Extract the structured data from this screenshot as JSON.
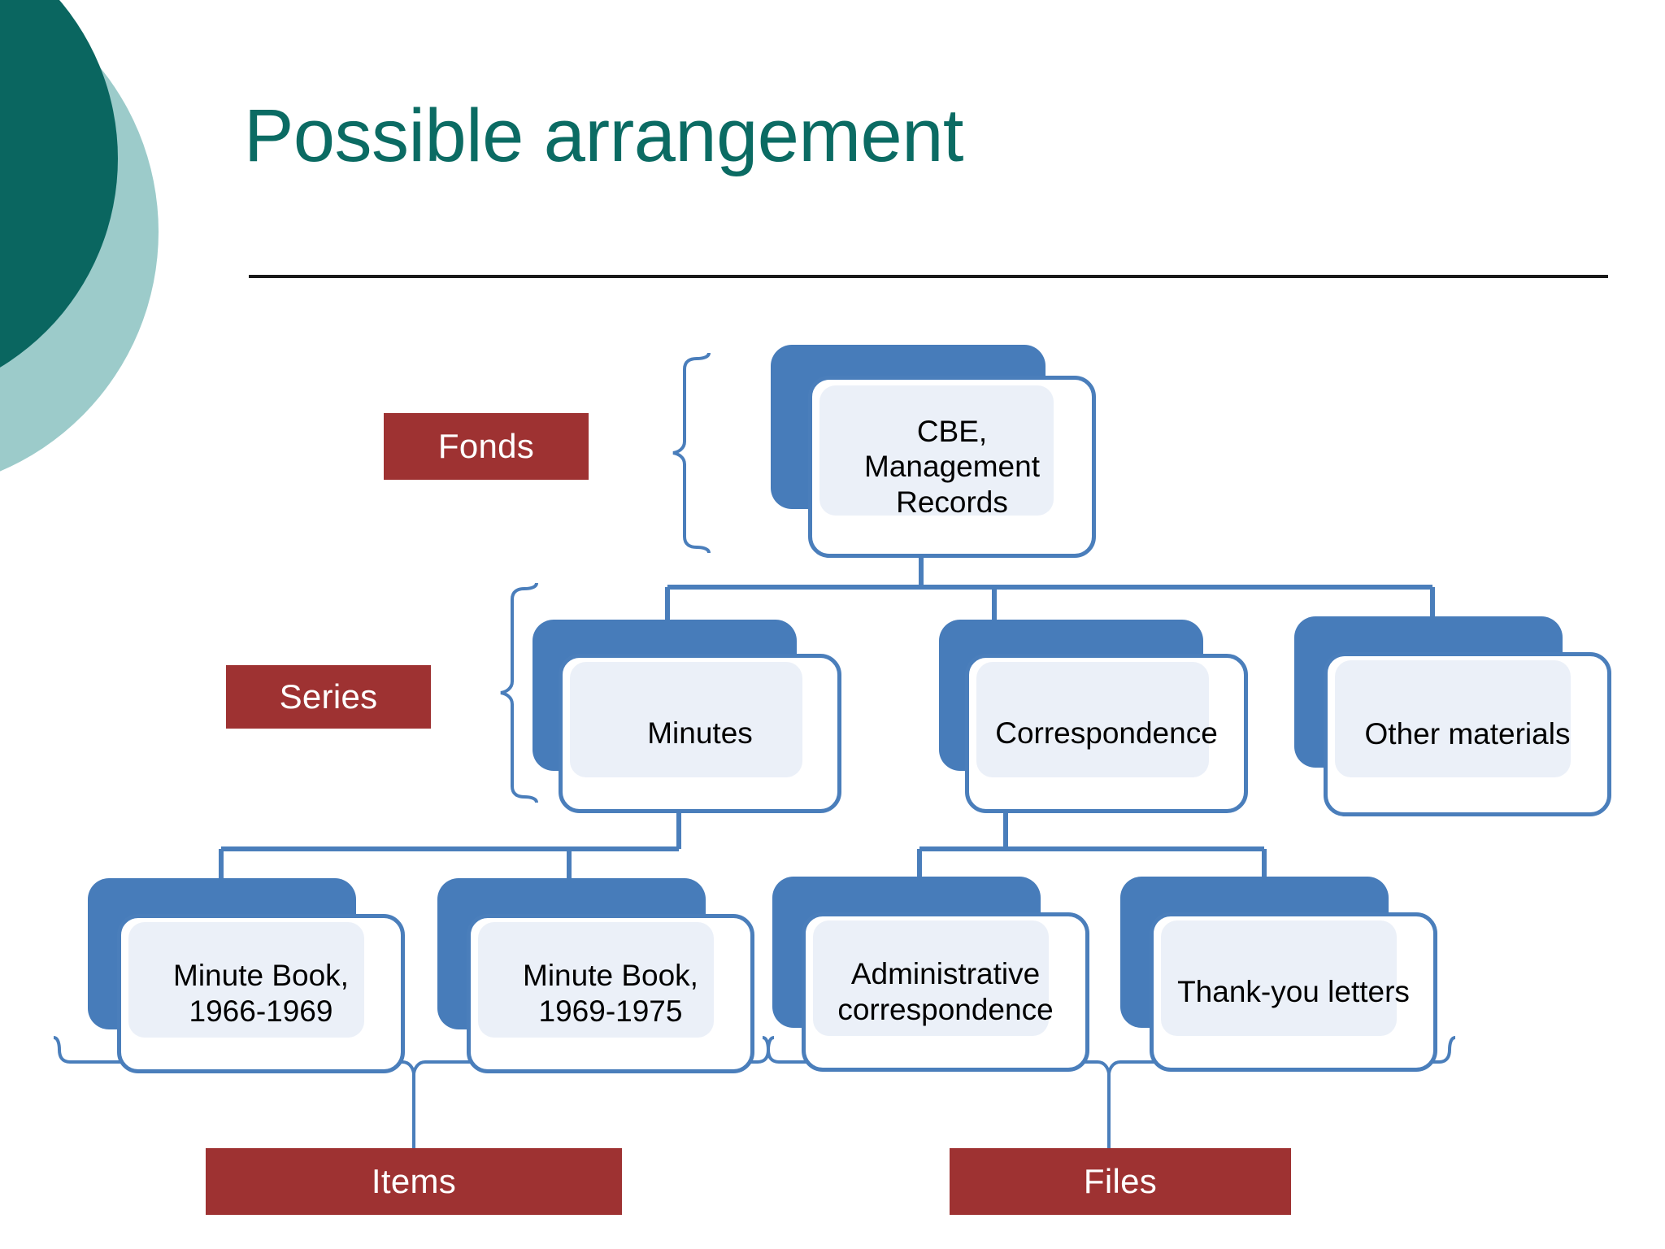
{
  "slide": {
    "title": "Possible arrangement",
    "title_color": "#0B6B63",
    "accent_colors": {
      "teal_dark": "#0A6660",
      "teal_light": "#9CCBCA",
      "node_blue": "#4A7EBB",
      "node_shadow_blue": "#477CBA",
      "node_inner": "#EBF0F8",
      "label_maroon": "#9E3232",
      "connector_blue": "#4A7EBB",
      "rule_black": "#1a1a1a"
    }
  },
  "level_labels": [
    {
      "id": "fonds",
      "text": "Fonds"
    },
    {
      "id": "series",
      "text": "Series"
    },
    {
      "id": "items",
      "text": "Items"
    },
    {
      "id": "files",
      "text": "Files"
    }
  ],
  "tree": {
    "fonds": [
      {
        "id": "cbe",
        "text": "CBE,\nManagement\nRecords"
      }
    ],
    "series": [
      {
        "id": "minutes",
        "text": "Minutes"
      },
      {
        "id": "correspondence",
        "text": "Correspondence"
      },
      {
        "id": "other",
        "text": "Other materials"
      }
    ],
    "items_files": [
      {
        "id": "minute-book-1",
        "text": "Minute Book,\n1966-1969"
      },
      {
        "id": "minute-book-2",
        "text": "Minute Book,\n1969-1975"
      },
      {
        "id": "admin-corr",
        "text": "Administrative\ncorrespondence"
      },
      {
        "id": "thank-you",
        "text": "Thank-you letters"
      }
    ]
  }
}
